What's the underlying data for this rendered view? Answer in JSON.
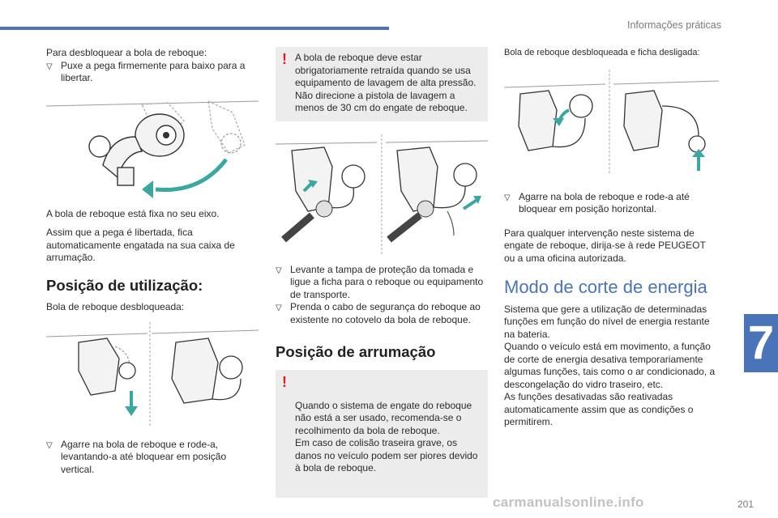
{
  "header": {
    "title": "Informações práticas"
  },
  "chapter": {
    "number": "7"
  },
  "footer": {
    "page_number": "201",
    "watermark": "carmanualsonline.info"
  },
  "col1": {
    "intro": "Para desbloquear a bola de reboque:",
    "bullet1": "Puxe a pega firmemente para baixo para a libertar.",
    "para1": "A bola de reboque está fixa no seu eixo.",
    "para2": "Assim que a pega é libertada, fica automaticamente engatada na sua caixa de arrumação.",
    "section_title": "Posição de utilização:",
    "unlocked_label": "Bola de reboque desbloqueada:",
    "bullet2": "Agarre na bola de reboque e rode-a, levantando-a até bloquear em posição vertical."
  },
  "col2": {
    "warning1": "A bola de reboque deve estar obrigatoriamente retraída quando se usa equipamento de lavagem de alta pressão. Não direcione a pistola de lavagem a menos de 30 cm do engate de reboque.",
    "bullet1": "Levante a tampa de proteção da tomada e ligue a ficha para o reboque ou equipamento de transporte.",
    "bullet2": "Prenda o cabo de segurança do reboque ao existente no cotovelo da bola de reboque.",
    "section_title": "Posição de arrumação",
    "warning2": "Quando o sistema de engate do reboque não está a ser usado, recomenda-se o recolhimento da bola de reboque.\nEm caso de colisão traseira grave, os danos no veículo podem ser piores devido à bola de reboque."
  },
  "col3": {
    "caption": "Bola de reboque desbloqueada e ficha desligada:",
    "bullet1": "Agarre na bola de reboque e rode-a até bloquear em posição horizontal.",
    "para1": "Para qualquer intervenção neste sistema de engate de reboque, dirija-se à rede PEUGEOT ou a uma oficina autorizada.",
    "section_title": "Modo de corte de energia",
    "para2": "Sistema que gere a utilização de determinadas funções em função do nível de energia restante na bateria.\nQuando o veículo está em movimento, a função de corte de energia desativa temporariamente algumas funções, tais como o ar condicionado, a descongelação do vidro traseiro, etc.\nAs funções desativadas são reativadas automaticamente assim que as condições o permitirem."
  },
  "icons": {
    "bullet": "triangle-bullet-icon",
    "warning": "exclamation-icon"
  },
  "colors": {
    "accent": "#4a73b8",
    "warning_mark": "#e21a1a",
    "arrow": "#3aa8a0",
    "warning_bg": "#ececec"
  }
}
